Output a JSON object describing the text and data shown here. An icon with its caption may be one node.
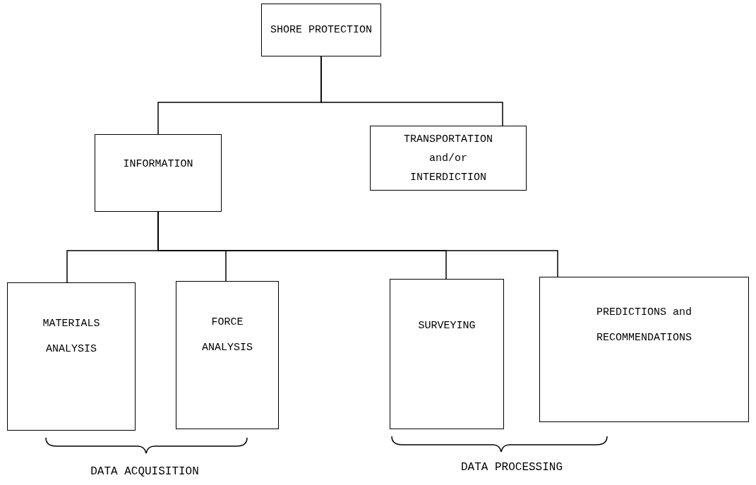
{
  "diagram": {
    "nodes": [
      {
        "text": [
          "SHORE PROTECTION"
        ]
      },
      {
        "text": [
          "INFORMATION"
        ]
      },
      {
        "text": [
          "TRANSPORTATION and/or INTERDICTION"
        ]
      },
      {
        "text": [
          "MATERIALS ANALYSIS"
        ]
      },
      {
        "text": [
          "FORCE ANALYSIS"
        ]
      },
      {
        "text": [
          "SURVEYING"
        ]
      },
      {
        "text": [
          "PREDICTIONS and RECOMMENDATIONS"
        ]
      }
    ],
    "edges": [
      {
        "from": 0,
        "to": 1,
        "arrow": "none"
      },
      {
        "from": 0,
        "to": 2,
        "arrow": "none"
      },
      {
        "from": 1,
        "to": 3,
        "arrow": "none"
      },
      {
        "from": 1,
        "to": 4,
        "arrow": "none"
      },
      {
        "from": 1,
        "to": 5,
        "arrow": "none"
      },
      {
        "from": 1,
        "to": 6,
        "arrow": "none"
      }
    ],
    "labels": [
      "DATA ACQUISITION",
      "DATA PROCESSING"
    ]
  }
}
